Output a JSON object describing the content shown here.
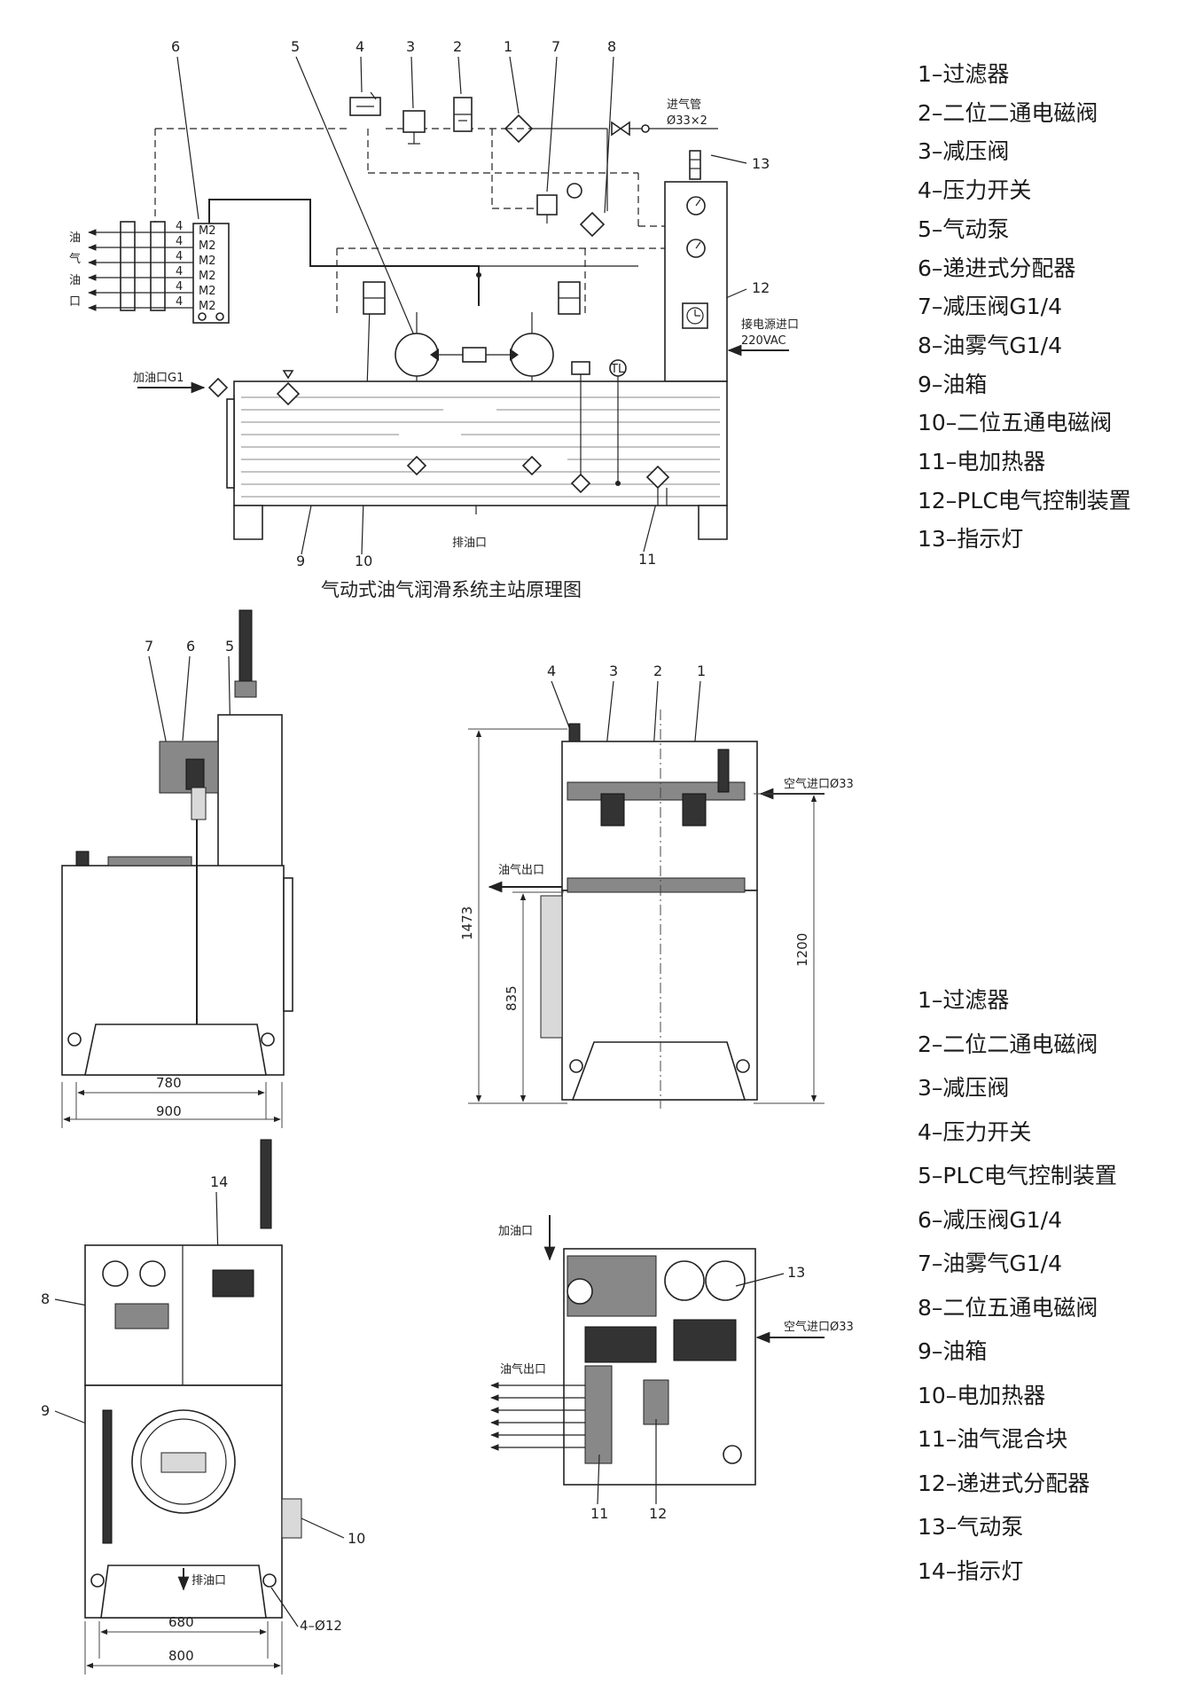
{
  "legend_top": [
    "1–过滤器",
    "2–二位二通电磁阀",
    "3–减压阀",
    "4–压力开关",
    "5–气动泵",
    "6–递进式分配器",
    "7–减压阀G1/4",
    "8–油雾气G1/4",
    "9–油箱",
    "10–二位五通电磁阀",
    "11–电加热器",
    "12–PLC电气控制装置",
    "13–指示灯"
  ],
  "legend_bottom": [
    "1–过滤器",
    "2–二位二通电磁阀",
    "3–减压阀",
    "4–压力开关",
    "5–PLC电气控制装置",
    "6–减压阀G1/4",
    "7–油雾气G1/4",
    "8–二位五通电磁阀",
    "9–油箱",
    "10–电加热器",
    "11–油气混合块",
    "12–递进式分配器",
    "13–气动泵",
    "14–指示灯"
  ],
  "schematic": {
    "caption": "气动式油气润滑系统主站原理图",
    "callouts": [
      "6",
      "5",
      "4",
      "3",
      "2",
      "1",
      "7",
      "8",
      "13",
      "12",
      "9",
      "10",
      "11"
    ],
    "air_inlet_label": "进气管",
    "air_inlet_size": "Ø33×2",
    "power_label": "接电源进口",
    "power_value": "220VAC",
    "oil_fill_label": "加油口G1",
    "drain_label": "排油口",
    "outlet_chars": [
      "油",
      "气",
      "油",
      "口"
    ],
    "distributor_codes": [
      "M2",
      "M2",
      "M2",
      "M2",
      "M2",
      "M2"
    ],
    "distributor_counts": [
      "4",
      "4",
      "4",
      "4",
      "4",
      "4"
    ],
    "tl_label": "TL"
  },
  "side_view": {
    "callouts": [
      "7",
      "6",
      "5"
    ],
    "dims": [
      "780",
      "900"
    ]
  },
  "front_view": {
    "callouts": [
      "4",
      "3",
      "2",
      "1"
    ],
    "air_inlet": "空气进口Ø33",
    "oil_air_outlet": "油气出口",
    "dims": [
      "1473",
      "835",
      "1200"
    ]
  },
  "rear_view": {
    "callouts": [
      "14",
      "8",
      "9",
      "10"
    ],
    "drain_label": "排油口",
    "dims": [
      "680",
      "800",
      "4–Ø12"
    ]
  },
  "top_view": {
    "callouts": [
      "13",
      "11",
      "12"
    ],
    "oil_fill": "加油口",
    "air_inlet": "空气进口Ø33",
    "oil_air_outlet": "油气出口"
  }
}
